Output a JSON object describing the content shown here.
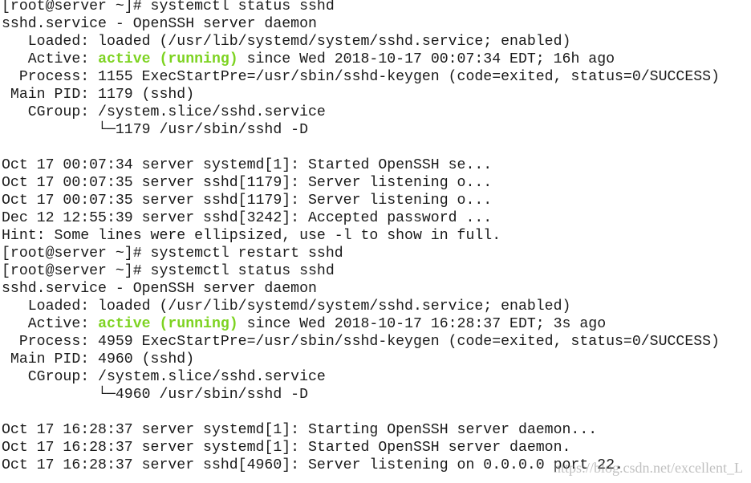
{
  "terminal": {
    "lines": [
      [
        {
          "text": "[root@server ~]# systemctl status sshd"
        }
      ],
      [
        {
          "text": "sshd.service - OpenSSH server daemon"
        }
      ],
      [
        {
          "text": "   Loaded: loaded (/usr/lib/systemd/system/sshd.service; enabled)"
        }
      ],
      [
        {
          "text": "   Active: "
        },
        {
          "text": "active (running)",
          "color": "green"
        },
        {
          "text": " since Wed 2018-10-17 00:07:34 EDT; 16h ago"
        }
      ],
      [
        {
          "text": "  Process: 1155 ExecStartPre=/usr/sbin/sshd-keygen (code=exited, status=0/SUCCESS)"
        }
      ],
      [
        {
          "text": " Main PID: 1179 (sshd)"
        }
      ],
      [
        {
          "text": "   CGroup: /system.slice/sshd.service"
        }
      ],
      [
        {
          "text": "           └─1179 /usr/sbin/sshd -D"
        }
      ],
      [
        {
          "text": ""
        }
      ],
      [
        {
          "text": "Oct 17 00:07:34 server systemd[1]: Started OpenSSH se..."
        }
      ],
      [
        {
          "text": "Oct 17 00:07:35 server sshd[1179]: Server listening o..."
        }
      ],
      [
        {
          "text": "Oct 17 00:07:35 server sshd[1179]: Server listening o..."
        }
      ],
      [
        {
          "text": "Dec 12 12:55:39 server sshd[3242]: Accepted password ..."
        }
      ],
      [
        {
          "text": "Hint: Some lines were ellipsized, use -l to show in full."
        }
      ],
      [
        {
          "text": "[root@server ~]# systemctl restart sshd"
        }
      ],
      [
        {
          "text": "[root@server ~]# systemctl status sshd"
        }
      ],
      [
        {
          "text": "sshd.service - OpenSSH server daemon"
        }
      ],
      [
        {
          "text": "   Loaded: loaded (/usr/lib/systemd/system/sshd.service; enabled)"
        }
      ],
      [
        {
          "text": "   Active: "
        },
        {
          "text": "active (running)",
          "color": "green"
        },
        {
          "text": " since Wed 2018-10-17 16:28:37 EDT; 3s ago"
        }
      ],
      [
        {
          "text": "  Process: 4959 ExecStartPre=/usr/sbin/sshd-keygen (code=exited, status=0/SUCCESS)"
        }
      ],
      [
        {
          "text": " Main PID: 4960 (sshd)"
        }
      ],
      [
        {
          "text": "   CGroup: /system.slice/sshd.service"
        }
      ],
      [
        {
          "text": "           └─4960 /usr/sbin/sshd -D"
        }
      ],
      [
        {
          "text": ""
        }
      ],
      [
        {
          "text": "Oct 17 16:28:37 server systemd[1]: Starting OpenSSH server daemon..."
        }
      ],
      [
        {
          "text": "Oct 17 16:28:37 server systemd[1]: Started OpenSSH server daemon."
        }
      ],
      [
        {
          "text": "Oct 17 16:28:37 server sshd[4960]: Server listening on 0.0.0.0 port 22."
        }
      ]
    ]
  },
  "watermark": {
    "text": "https://blog.csdn.net/excellent_L"
  },
  "colors": {
    "foreground": "#1a1a1a",
    "background": "#ffffff",
    "green": "#7dd321"
  }
}
